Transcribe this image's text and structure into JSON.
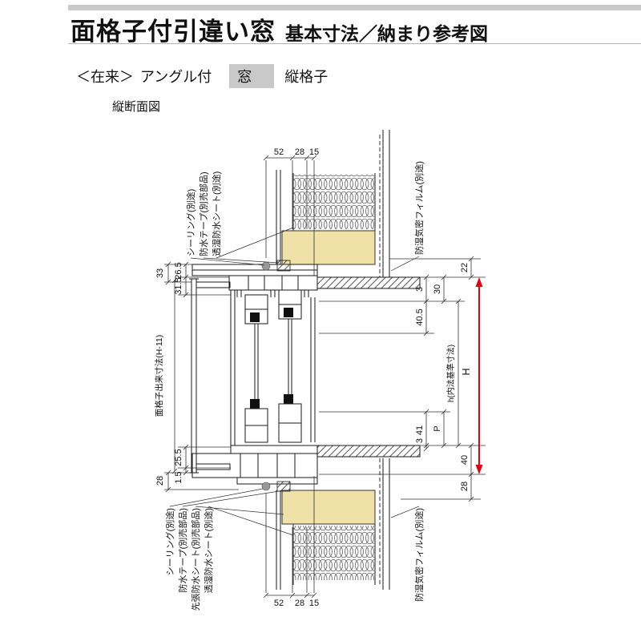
{
  "header": {
    "title": "面格子付引違い窓",
    "subtitle": "基本寸法／納まり参考図"
  },
  "spec": {
    "construction": "＜在来＞",
    "mount": "アングル付",
    "window": "窓",
    "lattice": "縦格子"
  },
  "view_label": "縦断面図",
  "drawing": {
    "dims": {
      "top": [
        "52",
        "28",
        "15"
      ],
      "bottom": [
        "52",
        "28",
        "15"
      ],
      "left": {
        "d33": "33",
        "d265": "26.5",
        "d315": "31.5",
        "d255": "25.5",
        "d15": "1.5",
        "d28": "28"
      },
      "right": {
        "d22": "22",
        "d30": "30",
        "d3a": "3",
        "d405": "40.5",
        "d41": "41",
        "d3b": "3",
        "d40": "40",
        "d28": "28",
        "p": "P",
        "h_total": "H",
        "h_inner": "h(内法基準寸法)"
      },
      "lattice_height": "面格子出来寸法(H-11)"
    },
    "notes": {
      "sealing": "シーリング(別途)",
      "tape": "防水テープ(別売部品)",
      "perm_sheet": "透湿防水シート(別途)",
      "pre_sheet": "先張防水シート(別売部品)",
      "film": "防湿気密フィルム(別途)"
    },
    "colors": {
      "wood": "#f0e2a6",
      "arrow": "#e60012",
      "highlight": "#c9c9c9"
    }
  }
}
